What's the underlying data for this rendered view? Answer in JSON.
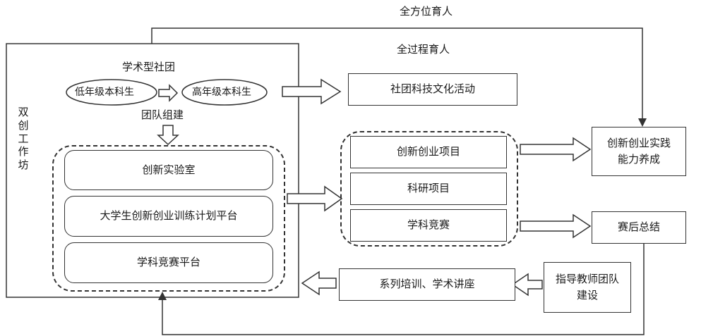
{
  "top": {
    "all_round": "全方位育人",
    "whole_process": "全过程育人"
  },
  "workshop": {
    "label": "双创工作坊",
    "club": {
      "title": "学术型社团",
      "low_grade": "低年级本科生",
      "high_grade": "高年级本科生",
      "team": "团队组建"
    },
    "platforms": [
      "创新实验室",
      "大学生创新创业训练计划平台",
      "学科竞赛平台"
    ]
  },
  "club_activity": "社团科技文化活动",
  "projects": [
    "创新创业项目",
    "科研项目",
    "学科竞赛"
  ],
  "practice_ability": "创新创业实践能力养成",
  "post_summary": "赛后总结",
  "training": "系列培训、学术讲座",
  "teacher_team": "指导教师团队建设"
}
